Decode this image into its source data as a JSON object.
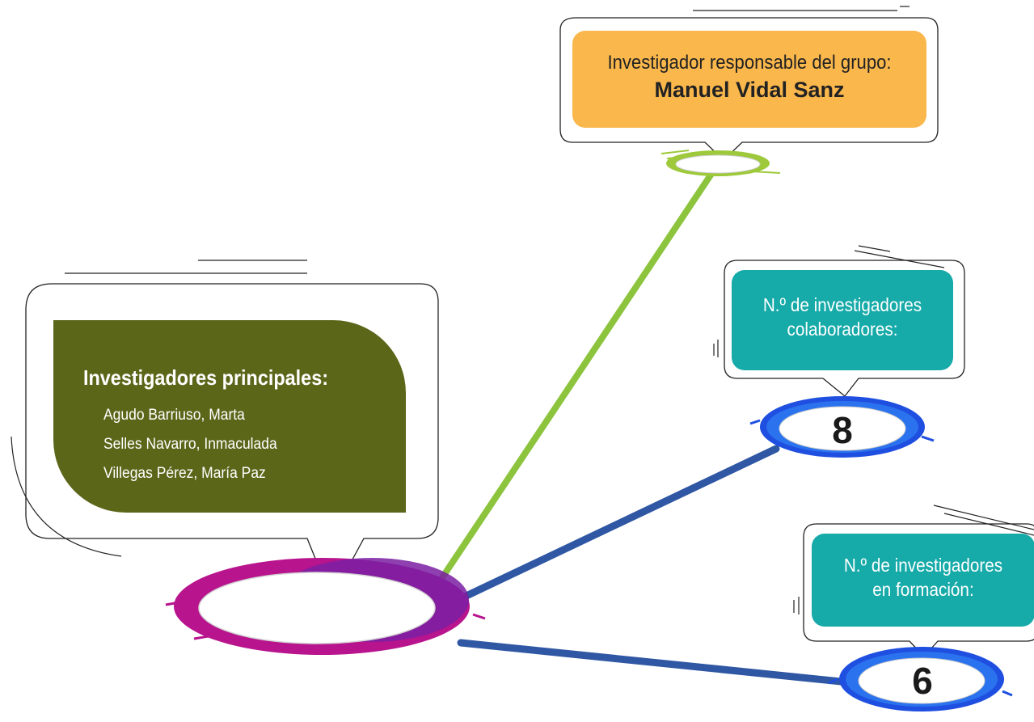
{
  "responsable": {
    "label": "Investigador responsable del grupo:",
    "name": "Manuel Vidal Sanz"
  },
  "principales": {
    "title": "Investigadores principales:",
    "members": [
      "Agudo Barriuso, Marta",
      "Selles Navarro, Inmaculada",
      "Villegas Pérez, María Paz"
    ]
  },
  "colaboradores": {
    "label_line1": "N.º de investigadores",
    "label_line2": "colaboradores:",
    "count": "8"
  },
  "formacion": {
    "label_line1": "N.º de investigadores",
    "label_line2": "en formación:",
    "count": "6"
  },
  "colors": {
    "responsable_card": "#f9b74c",
    "principales_card": "#5c6619",
    "teal_card": "#16aaa9",
    "green_connector": "#8cc43e",
    "blue_connector": "#2f57a3",
    "magenta_ring": "#b8148e",
    "purple_ring": "#7a1fa2",
    "blue_ring": "#1f4fe0"
  }
}
